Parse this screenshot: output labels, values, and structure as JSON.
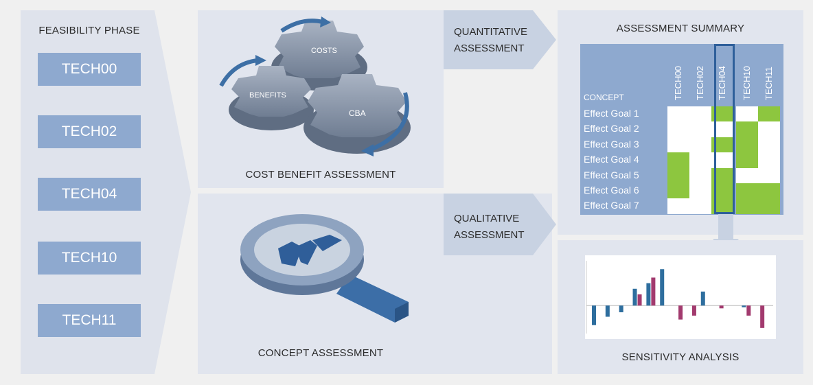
{
  "feasibility": {
    "title": "FEASIBILITY PHASE",
    "techs": [
      "TECH00",
      "TECH02",
      "TECH04",
      "TECH10",
      "TECH11"
    ]
  },
  "cost_benefit": {
    "title": "COST BENEFIT ASSESSMENT",
    "gears": {
      "costs": "COSTS",
      "benefits": "BENEFITS",
      "cba": "CBA"
    }
  },
  "concept": {
    "title": "CONCEPT ASSESSMENT"
  },
  "arrows": {
    "quantitative_line1": "QUANTITATIVE",
    "quantitative_line2": "ASSESSMENT",
    "qualitative_line1": "QUALITATIVE",
    "qualitative_line2": "ASSESSMENT"
  },
  "summary": {
    "title": "ASSESSMENT SUMMARY",
    "concept_label": "CONCEPT",
    "columns": [
      "TECH00",
      "TECH02",
      "TECH04",
      "TECH10",
      "TECH11"
    ],
    "rows": [
      "Effect Goal 1",
      "Effect Goal 2",
      "Effect Goal 3",
      "Effect Goal 4",
      "Effect Goal 5",
      "Effect Goal 6",
      "Effect Goal 7"
    ],
    "cells": [
      [
        0,
        0,
        1,
        0,
        1
      ],
      [
        0,
        0,
        0,
        1,
        0
      ],
      [
        0,
        0,
        1,
        1,
        0
      ],
      [
        1,
        0,
        0,
        1,
        0
      ],
      [
        1,
        0,
        1,
        0,
        0
      ],
      [
        1,
        0,
        1,
        1,
        1
      ],
      [
        0,
        0,
        1,
        1,
        1
      ]
    ],
    "highlight_column": "TECH04",
    "colors": {
      "filled": "#8dc63f",
      "empty": "#ffffff",
      "header": "#8ea9cf",
      "highlight": "#2e5f9a"
    }
  },
  "sensitivity": {
    "title": "SENSITIVITY ANALYSIS",
    "chart_data": {
      "type": "bar",
      "series": [
        {
          "color": "#2e6e9e",
          "values": [
            -3.5,
            -2,
            -1.2,
            3,
            4,
            6.5,
            0,
            0,
            2.5,
            0,
            0,
            -0.3,
            0
          ]
        },
        {
          "color": "#a23a6e",
          "values": [
            0,
            0,
            0,
            2,
            5,
            0,
            -2.5,
            -1.8,
            0,
            -0.5,
            0,
            -1.8,
            -4
          ]
        }
      ],
      "ylim": [
        -5,
        8
      ]
    }
  }
}
